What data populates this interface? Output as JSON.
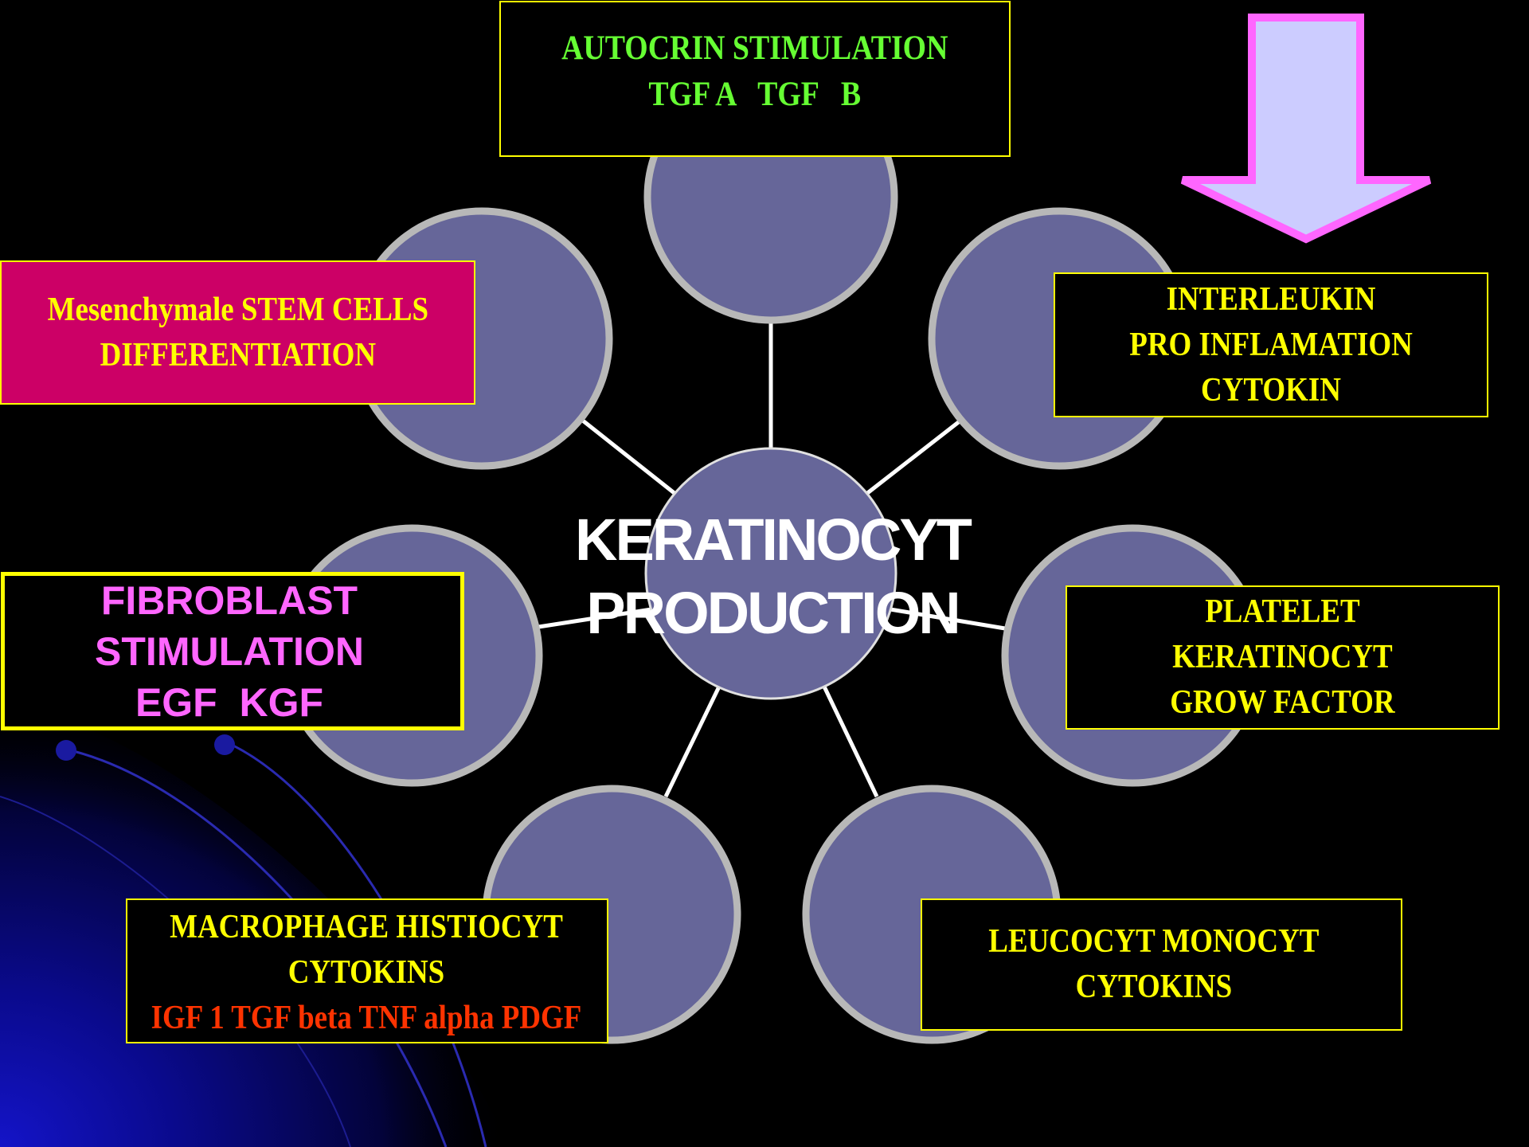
{
  "center": {
    "lines": [
      "KERATINOCYT",
      "PRODUCTION"
    ]
  },
  "boxes": {
    "autocrin": {
      "lines": [
        "AUTOCRIN STIMULATION",
        "TGF A   TGF   B"
      ]
    },
    "interleukin": {
      "lines": [
        "INTERLEUKIN",
        "PRO INFLAMATION",
        "CYTOKIN"
      ]
    },
    "platelet": {
      "lines": [
        "PLATELET",
        "KERATINOCYT",
        "GROW FACTOR"
      ]
    },
    "leucocyt": {
      "lines": [
        "LEUCOCYT MONOCYT",
        "CYTOKINS"
      ]
    },
    "macrophage": {
      "lines": [
        "MACROPHAGE HISTIOCYT",
        "CYTOKINS"
      ],
      "highlight": "IGF 1 TGF beta TNF alpha PDGF"
    },
    "fibroblast": {
      "lines": [
        "FIBROBLAST",
        "STIMULATION",
        "EGF  KGF"
      ]
    },
    "mesenchymal": {
      "lines": [
        "Mesenchymale STEM CELLS",
        "DIFFERENTIATION"
      ]
    }
  },
  "colors": {
    "background": "#000000",
    "circle_fill": "#666699",
    "circle_border": "#b8b8b8",
    "box_border": "#ffff00",
    "text_yellow": "#ffff00",
    "text_green": "#66ff33",
    "text_magenta": "#ff66ff",
    "text_red": "#ff3300",
    "mesenchymal_fill": "#cc0066",
    "arrow_fill": "#ccccff",
    "arrow_border": "#ff66ff"
  },
  "icons": {
    "arrow": "down-arrow-icon"
  }
}
